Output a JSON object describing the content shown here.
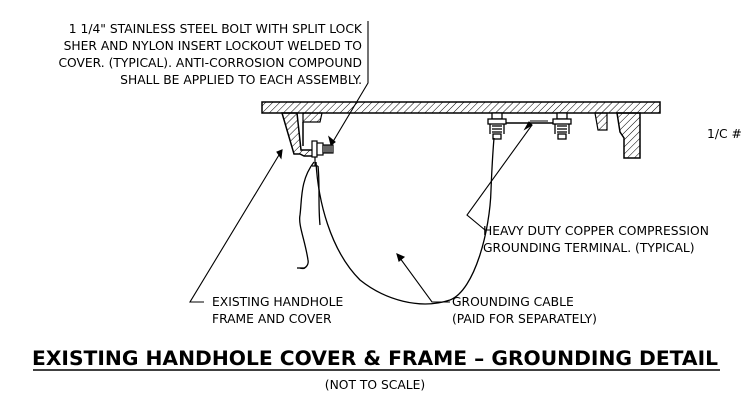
{
  "notes": {
    "bolt": {
      "lines": [
        "1 1/4\" STAINLESS STEEL BOLT WITH SPLIT LOCK",
        "SHER AND NYLON INSERT LOCKOUT WELDED TO",
        "COVER. (TYPICAL). ANTI-CORROSION COMPOUND",
        "SHALL BE APPLIED TO EACH ASSEMBLY."
      ]
    },
    "conductor": {
      "text": "1/C #"
    },
    "terminal": {
      "lines": [
        "HEAVY DUTY COPPER COMPRESSION",
        "GROUNDING TERMINAL. (TYPICAL)"
      ]
    },
    "frame": {
      "lines": [
        "EXISTING HANDHOLE",
        "FRAME AND COVER"
      ]
    },
    "cable": {
      "lines": [
        "GROUNDING CABLE",
        "(PAID FOR SEPARATELY)"
      ]
    }
  },
  "title": {
    "main": "EXISTING HANDHOLE COVER & FRAME – GROUNDING DETAIL",
    "scale": "(NOT TO SCALE)"
  },
  "colors": {
    "ink": "#000000",
    "paper": "#ffffff",
    "hatch": "#000000"
  }
}
